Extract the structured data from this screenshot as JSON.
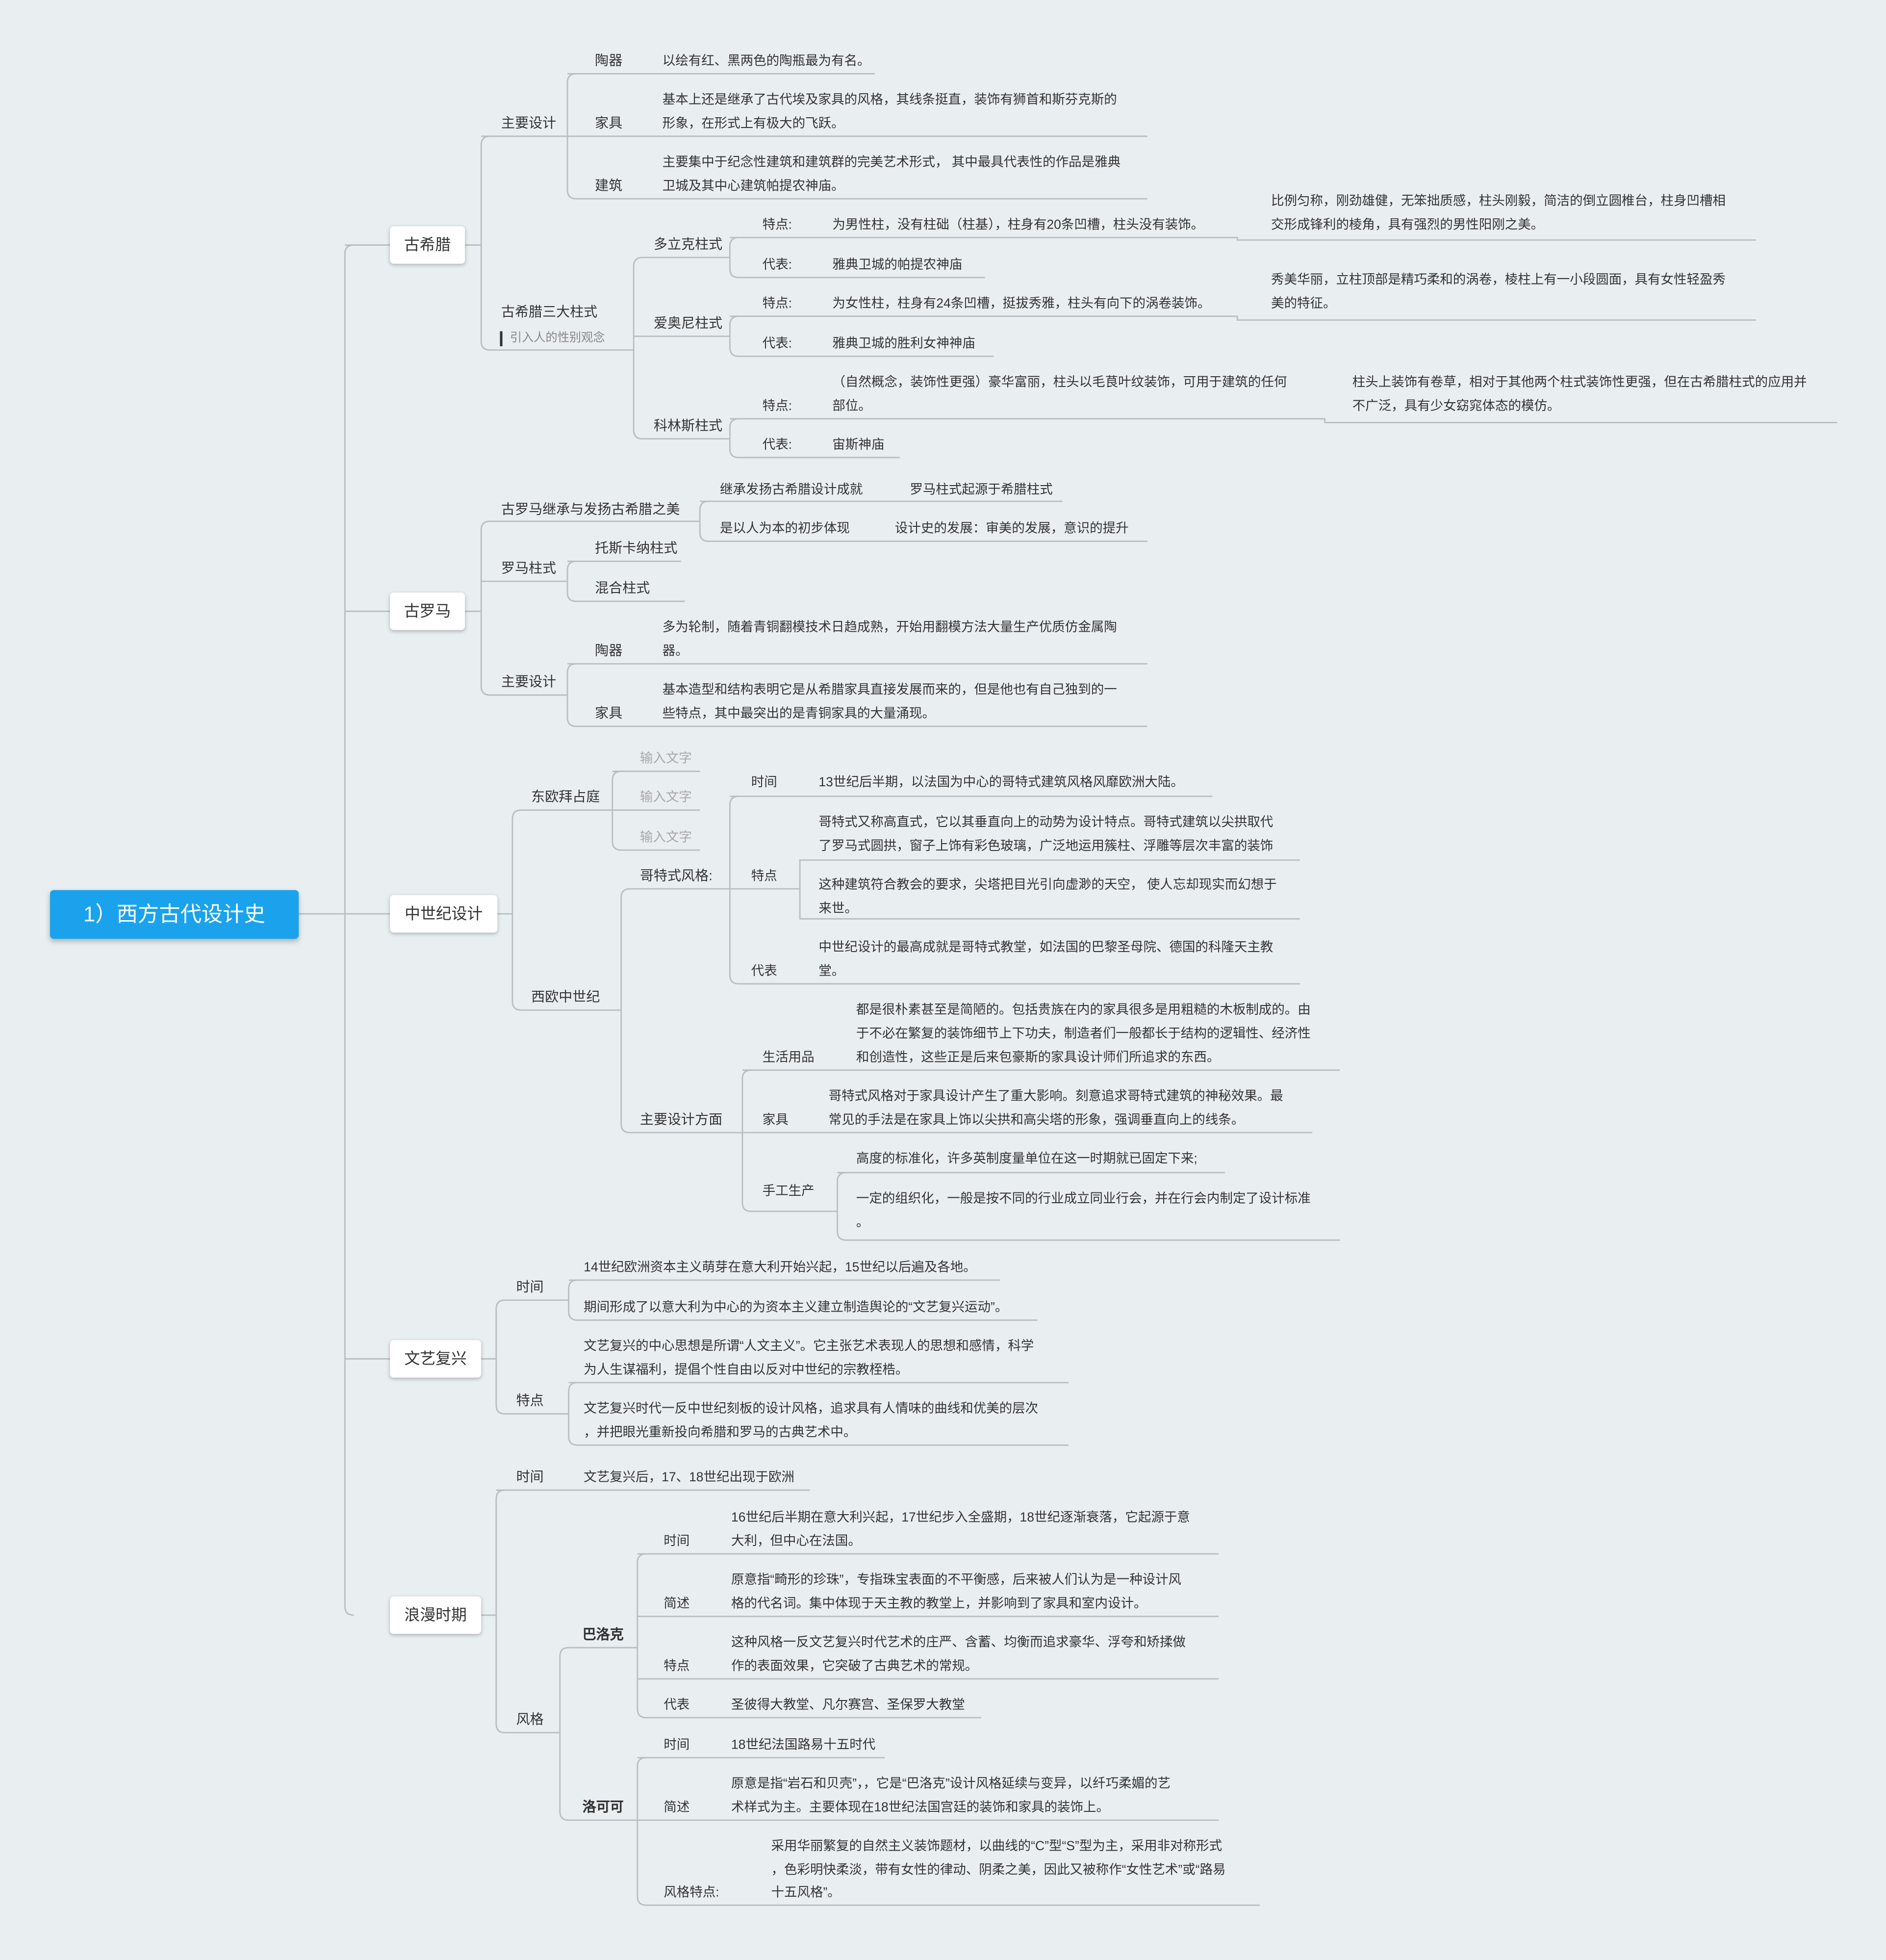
{
  "root": {
    "title": "1）西方古代设计史"
  },
  "greece": {
    "title": "古希腊",
    "design": {
      "label": "主要设计",
      "pottery": {
        "label": "陶器",
        "text": "以绘有红、黑两色的陶瓶最为有名。"
      },
      "furniture": {
        "label": "家具",
        "l1": "基本上还是继承了古代埃及家具的风格，其线条挺直，装饰有狮首和斯芬克斯的",
        "l2": "形象，在形式上有极大的飞跃。"
      },
      "arch": {
        "label": "建筑",
        "l1": "主要集中于纪念性建筑和建筑群的完美艺术形式， 其中最具代表性的作品是雅典",
        "l2": "卫城及其中心建筑帕提农神庙。"
      }
    },
    "orders": {
      "label": "古希腊三大柱式",
      "note": "引入人的性别观念",
      "doric": {
        "name": "多立克柱式",
        "feat_label": "特点:",
        "feat": "为男性柱，没有柱础（柱基），柱身有20条凹槽，柱头没有装饰。",
        "extra1": "比例匀称，刚劲雄健，无笨拙质感，柱头刚毅，简洁的倒立圆椎台，柱身凹槽相",
        "extra2": "交形成锋利的棱角，具有强烈的男性阳刚之美。",
        "rep_label": "代表:",
        "rep": "雅典卫城的帕提农神庙"
      },
      "ionic": {
        "name": "爱奥尼柱式",
        "feat_label": "特点:",
        "feat": "为女性柱，柱身有24条凹槽，挺拔秀雅，柱头有向下的涡卷装饰。",
        "extra1": "秀美华丽，立柱顶部是精巧柔和的涡卷，棱柱上有一小段圆面，具有女性轻盈秀",
        "extra2": "美的特征。",
        "rep_label": "代表:",
        "rep": "雅典卫城的胜利女神神庙"
      },
      "corinth": {
        "name": "科林斯柱式",
        "feat_label": "特点:",
        "feat1": "（自然概念，装饰性更强）豪华富丽，柱头以毛茛叶纹装饰，可用于建筑的任何",
        "feat2": "部位。",
        "extra1": "柱头上装饰有卷草，相对于其他两个柱式装饰性更强，但在古希腊柱式的应用并",
        "extra2": "不广泛，具有少女窈窕体态的模仿。",
        "rep_label": "代表:",
        "rep": "宙斯神庙"
      }
    }
  },
  "rome": {
    "title": "古罗马",
    "inherit": {
      "label": "古罗马继承与发扬古希腊之美",
      "a": "继承发扬古希腊设计成就",
      "a2": "罗马柱式起源于希腊柱式",
      "b": "是以人为本的初步体现",
      "b2": "设计史的发展：审美的发展，意识的提升"
    },
    "orders": {
      "label": "罗马柱式",
      "a": "托斯卡纳柱式",
      "b": "混合柱式"
    },
    "design": {
      "label": "主要设计",
      "pottery": {
        "label": "陶器",
        "l1": "多为轮制，随着青铜翻模技术日趋成熟，开始用翻模方法大量生产优质仿金属陶",
        "l2": "器。"
      },
      "furniture": {
        "label": "家具",
        "l1": "基本造型和结构表明它是从希腊家具直接发展而来的，但是他也有自己独到的一",
        "l2": "些特点，其中最突出的是青铜家具的大量涌现。"
      }
    }
  },
  "medieval": {
    "title": "中世纪设计",
    "east": {
      "label": "东欧拜占庭",
      "p1": "输入文字",
      "p2": "输入文字",
      "p3": "输入文字"
    },
    "west": {
      "label": "西欧中世纪",
      "gothic": {
        "label": "哥特式风格:",
        "time_label": "时间",
        "time": "13世纪后半期，以法国为中心的哥特式建筑风格风靡欧洲大陆。",
        "feat_label": "特点",
        "f1a": "哥特式又称高直式，它以其垂直向上的动势为设计特点。哥特式建筑以尖拱取代",
        "f1b": "了罗马式圆拱，窗子上饰有彩色玻璃，广泛地运用簇柱、浮雕等层次丰富的装饰",
        "f2a": "这种建筑符合教会的要求，尖塔把目光引向虚渺的天空， 使人忘却现实而幻想于",
        "f2b": "来世。",
        "rep_label": "代表",
        "r1": "中世纪设计的最高成就是哥特式教堂，如法国的巴黎圣母院、德国的科隆天主教",
        "r2": "堂。"
      },
      "design": {
        "label": "主要设计方面",
        "daily": {
          "label": "生活用品",
          "l1": "都是很朴素甚至是简陋的。包括贵族在内的家具很多是用粗糙的木板制成的。由",
          "l2": "于不必在繁复的装饰细节上下功夫，制造者们一般都长于结构的逻辑性、经济性",
          "l3": "和创造性，这些正是后来包豪斯的家具设计师们所追求的东西。"
        },
        "furniture": {
          "label": "家具",
          "l1": "哥特式风格对于家具设计产生了重大影响。刻意追求哥特式建筑的神秘效果。最",
          "l2": "常见的手法是在家具上饰以尖拱和高尖塔的形象，强调垂直向上的线条。"
        },
        "craft": {
          "label": "手工生产",
          "a": "高度的标准化，许多英制度量单位在这一时期就已固定下来;",
          "b1": "一定的组织化，一般是按不同的行业成立同业行会，并在行会内制定了设计标准",
          "b2": "。"
        }
      }
    }
  },
  "renaissance": {
    "title": "文艺复兴",
    "time": {
      "label": "时间",
      "a": "14世纪欧洲资本主义萌芽在意大利开始兴起，15世纪以后遍及各地。",
      "b": "期间形成了以意大利为中心的为资本主义建立制造舆论的“文艺复兴运动”。"
    },
    "feat": {
      "label": "特点",
      "a1": "文艺复兴的中心思想是所谓“人文主义”。它主张艺术表现人的思想和感情，科学",
      "a2": "为人生谋福利，提倡个性自由以反对中世纪的宗教桎梏。",
      "b1": "文艺复兴时代一反中世纪刻板的设计风格，追求具有人情味的曲线和优美的层次",
      "b2": "，并把眼光重新投向希腊和罗马的古典艺术中。"
    }
  },
  "romantic": {
    "title": "浪漫时期",
    "time": {
      "label": "时间",
      "text": "文艺复兴后，17、18世纪出现于欧洲"
    },
    "style": {
      "label": "风格",
      "baroque": {
        "label": "巴洛克",
        "time_label": "时间",
        "t1": "16世纪后半期在意大利兴起，17世纪步入全盛期，18世纪逐渐衰落，它起源于意",
        "t2": "大利，但中心在法国。",
        "desc_label": "简述",
        "d1": "原意指“畸形的珍珠”，专指珠宝表面的不平衡感，后来被人们认为是一种设计风",
        "d2": "格的代名词。集中体现于天主教的教堂上，并影响到了家具和室内设计。",
        "feat_label": "特点",
        "f1": "这种风格一反文艺复兴时代艺术的庄严、含蓄、均衡而追求豪华、浮夸和矫揉做",
        "f2": "作的表面效果，它突破了古典艺术的常规。",
        "rep_label": "代表",
        "rep": "圣彼得大教堂、凡尔赛宫、圣保罗大教堂"
      },
      "rococo": {
        "label": "洛可可",
        "time_label": "时间",
        "time": "18世纪法国路易十五时代",
        "desc_label": "简述",
        "d1": "原意是指“岩石和贝壳”，，它是“巴洛克”设计风格延续与变异，以纤巧柔媚的艺",
        "d2": "术样式为主。主要体现在18世纪法国宫廷的装饰和家具的装饰上。",
        "feat_label": "风格特点:",
        "f1": "采用华丽繁复的自然主义装饰题材，以曲线的“C”型“S”型为主，采用非对称形式",
        "f2": "，色彩明快柔淡，带有女性的律动、阴柔之美，因此又被称作“女性艺术”或“路易",
        "f3": "十五风格”。"
      }
    }
  }
}
